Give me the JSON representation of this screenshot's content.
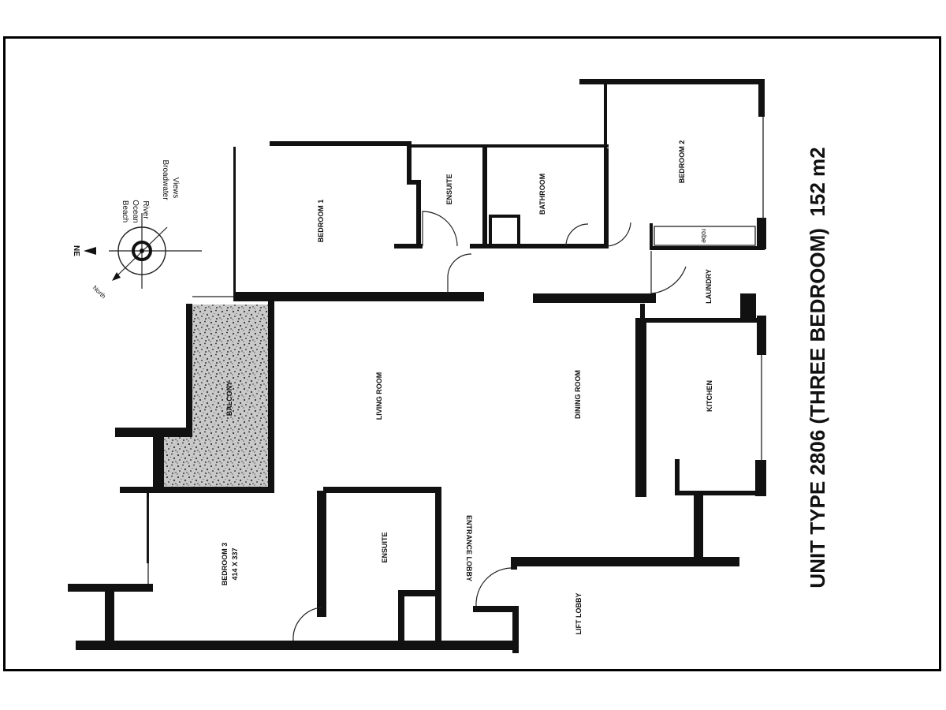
{
  "title": "UNIT TYPE 2806 (THREE BEDROOM)  152 m2",
  "compass": {
    "north_label": "NE",
    "north_alt": "North",
    "views": [
      "Beach",
      "Ocean",
      "River",
      "Broadwater",
      "Views"
    ]
  },
  "rooms": {
    "bedroom1": "BEDROOM 1",
    "ensuite1": "ENSUITE",
    "bathroom": "BATHROOM",
    "bedroom2": "BEDROOM 2",
    "robe": "robe",
    "laundry": "LAUNDRY",
    "kitchen": "KITCHEN",
    "dining": "DINING ROOM",
    "living": "LIVING ROOM",
    "balcony": "BALCONY",
    "bedroom3": "BEDROOM 3",
    "bedroom3_dims": "414 X 337",
    "ensuite3": "ENSUITE",
    "entrance_lobby": "ENTRANCE LOBBY",
    "lift_lobby": "LIFT LOBBY"
  },
  "colors": {
    "ink": "#111111",
    "background": "#ffffff"
  }
}
